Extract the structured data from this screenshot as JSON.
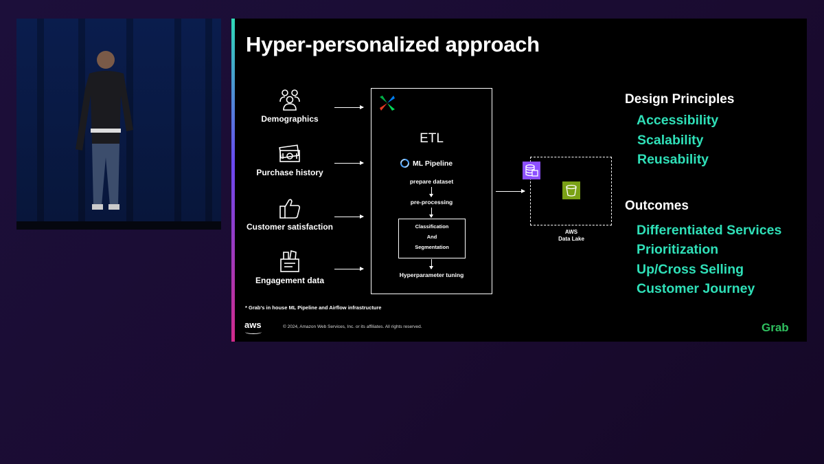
{
  "slide": {
    "title": "Hyper-personalized approach",
    "sources": [
      {
        "label": "Demographics",
        "icon": "people-group-icon"
      },
      {
        "label": "Purchase history",
        "icon": "money-bills-icon"
      },
      {
        "label": "Customer satisfaction",
        "icon": "thumbs-up-icon"
      },
      {
        "label": "Engagement data",
        "icon": "box-data-icon"
      }
    ],
    "etl": {
      "title": "ETL",
      "ml_pipeline": "ML Pipeline",
      "steps": [
        "prepare dataset",
        "pre-processing",
        "Hyperparameter tuning"
      ],
      "classification": [
        "Classification",
        "And",
        "Segmentation"
      ]
    },
    "data_lake": {
      "line1": "AWS",
      "line2": "Data Lake"
    },
    "design_principles": {
      "heading": "Design Principles",
      "items": [
        "Accessibility",
        "Scalability",
        "Reusability"
      ]
    },
    "outcomes": {
      "heading": "Outcomes",
      "items": [
        "Differentiated Services",
        "Prioritization",
        "Up/Cross Selling",
        "Customer Journey"
      ]
    },
    "footnote": "* Grab's in house ML Pipeline and Airflow infrastructure",
    "copyright": "© 2024, Amazon Web Services, Inc. or its affiliates. All rights reserved.",
    "aws_logo": "aws",
    "grab_logo": "Grab"
  },
  "colors": {
    "accent": "#2fe0b8",
    "background": "#1c0f3a",
    "slide": "#000000",
    "grab": "#2fbf5f",
    "db_icon": "#8c4fff",
    "s3_icon": "#7aa116"
  }
}
